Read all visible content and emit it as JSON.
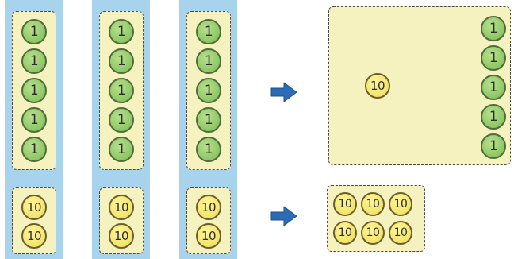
{
  "coins": {
    "one_label": "1",
    "ten_label": "10"
  },
  "columns": [
    {
      "ones": 5,
      "tens": 2
    },
    {
      "ones": 5,
      "tens": 2
    },
    {
      "ones": 5,
      "tens": 2
    }
  ],
  "result_top": {
    "ten_coins": 1,
    "one_coins": 5
  },
  "result_bottom": {
    "ten_coins": 6
  },
  "colors": {
    "strip": "#a7d4ec",
    "panel": "#f5f2c0",
    "one_coin": "#8cc764",
    "ten_coin": "#f2e46a",
    "arrow": "#2b6cb6"
  },
  "icons": {
    "arrow": "right-arrow-icon"
  }
}
